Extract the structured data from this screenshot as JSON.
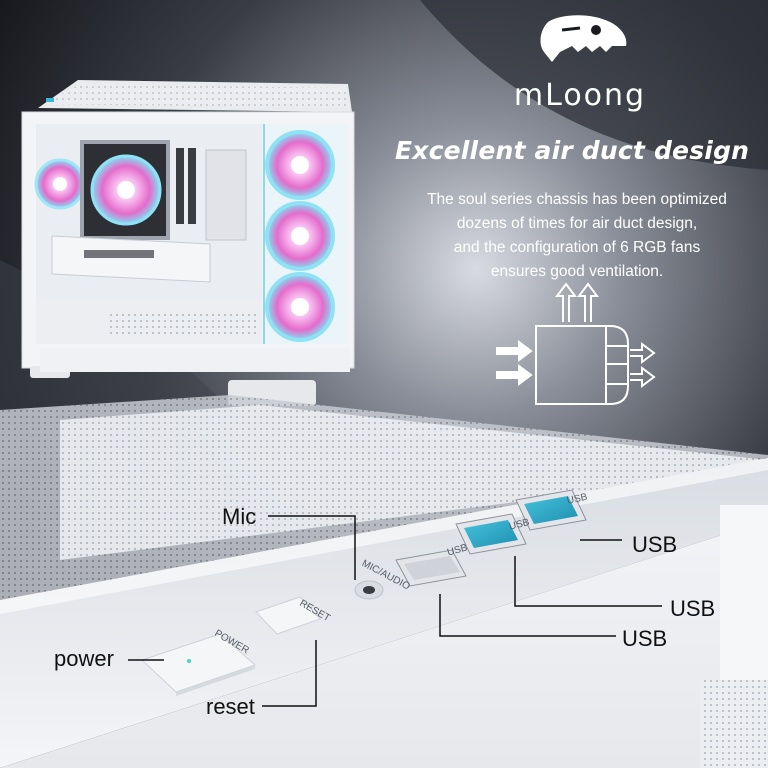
{
  "brand": {
    "logo_text": "mLoong",
    "logo_icon": "dragon-skull-icon"
  },
  "feature": {
    "headline": "Excellent air duct design",
    "description_lines": [
      "The soul series chassis has been optimized",
      "dozens of times for air duct design,",
      "and the configuration of 6 RGB fans",
      "ensures good ventilation."
    ]
  },
  "airflow_diagram": {
    "icon": "airflow-diagram-icon"
  },
  "front_panel": {
    "callouts": {
      "mic": "Mic",
      "usb_top": "USB",
      "usb_middle": "USB",
      "usb_bottom": "USB",
      "power": "power",
      "reset": "reset"
    },
    "printed_labels": {
      "usb_1": "USB",
      "usb_2": "USB",
      "usb_3": "USB",
      "mic_audio": "MIC/AUDIO",
      "reset": "RESET",
      "power": "POWER"
    }
  },
  "colors": {
    "case_white": "#eef0f4",
    "rgb_pink": "#f07ad8",
    "rgb_cyan": "#7fe0f4",
    "usb_blue": "#2aa6c8",
    "background_dark": "#1a1c22"
  }
}
